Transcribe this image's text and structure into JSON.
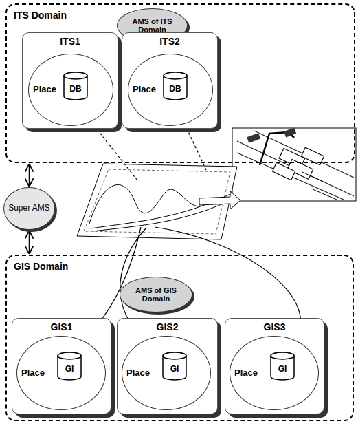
{
  "diagram": {
    "nodes": [
      {
        "text": [
          "ITS Domain"
        ]
      },
      {
        "text": [
          "AMS of ITS Domain"
        ],
        "in": 0
      },
      {
        "text": [
          "ITS1"
        ],
        "in": 0
      },
      {
        "text": [
          "Place"
        ],
        "in": 2
      },
      {
        "text": [
          "DB"
        ],
        "in": 3
      },
      {
        "text": [
          "ITS2"
        ],
        "in": 0
      },
      {
        "text": [
          "Place"
        ],
        "in": 5
      },
      {
        "text": [
          "DB"
        ],
        "in": 6
      },
      {
        "text": [
          "Super AMS"
        ]
      },
      {
        "text": [
          "GIS Domain"
        ]
      },
      {
        "text": [
          "AMS of GIS Domain"
        ],
        "in": 9
      },
      {
        "text": [
          "GIS1"
        ],
        "in": 9
      },
      {
        "text": [
          "Place"
        ],
        "in": 11
      },
      {
        "text": [
          "GI"
        ],
        "in": 12
      },
      {
        "text": [
          "GIS2"
        ],
        "in": 9
      },
      {
        "text": [
          "Place"
        ],
        "in": 14
      },
      {
        "text": [
          "GI"
        ],
        "in": 15
      },
      {
        "text": [
          "GIS3"
        ],
        "in": 9
      },
      {
        "text": [
          "Place"
        ],
        "in": 17
      },
      {
        "text": [
          "GI"
        ],
        "in": 18
      }
    ],
    "edges": [
      {
        "from": 8,
        "to": 0,
        "arrow": "both"
      },
      {
        "from": 8,
        "to": 9,
        "arrow": "both"
      }
    ]
  }
}
